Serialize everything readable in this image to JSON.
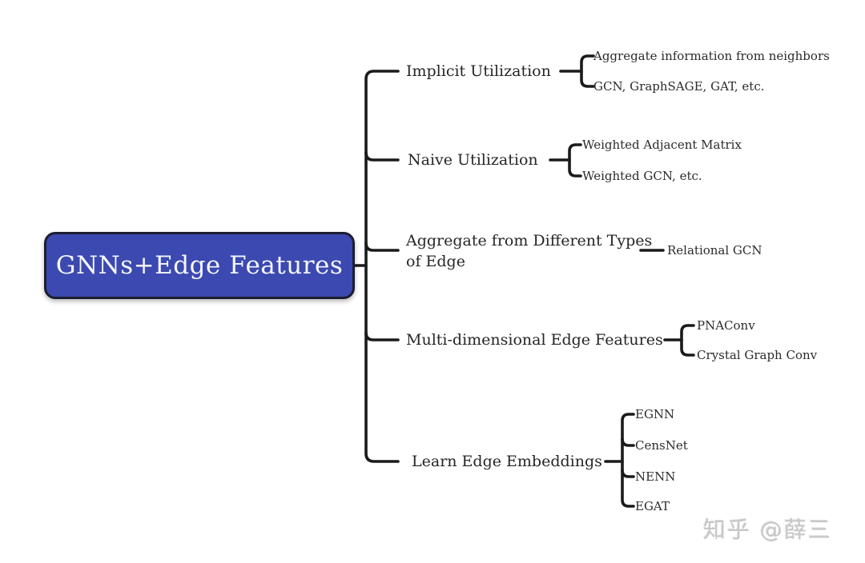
{
  "diagram": {
    "root": "GNNs+Edge Features",
    "branches": [
      {
        "label": "Implicit Utilization",
        "children": [
          "Aggregate information from neighbors",
          "GCN, GraphSAGE, GAT, etc."
        ]
      },
      {
        "label": "Naive Utilization",
        "children": [
          "Weighted Adjacent Matrix",
          "Weighted GCN, etc."
        ]
      },
      {
        "label": "Aggregate from Different Types of Edge",
        "children": [
          "Relational GCN"
        ]
      },
      {
        "label": "Multi-dimensional Edge Features",
        "children": [
          "PNAConv",
          "Crystal Graph Conv"
        ]
      },
      {
        "label": "Learn Edge Embeddings",
        "children": [
          "EGNN",
          "CensNet",
          "NENN",
          "EGAT"
        ]
      }
    ]
  },
  "watermark": "知乎 @薛三",
  "colors": {
    "root_fill": "#3b49b0",
    "root_border": "#1c1e30",
    "root_text": "#f5f6fa",
    "line": "#1a1a1a",
    "text": "#262626",
    "watermark": "#c7c7c7",
    "background": "#ffffff"
  }
}
